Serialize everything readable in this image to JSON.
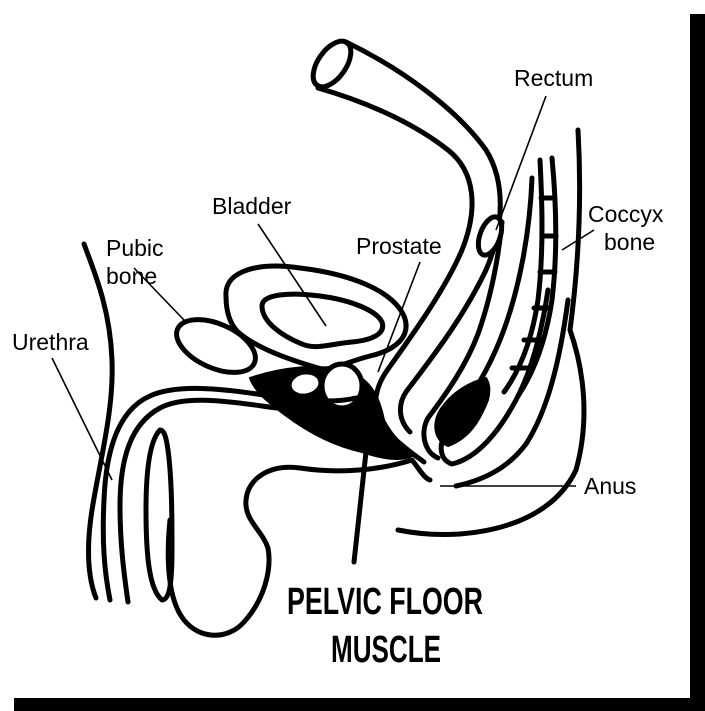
{
  "labels": {
    "rectum": "Rectum",
    "bladder": "Bladder",
    "prostate": "Prostate",
    "coccyx_line1": "Coccyx",
    "coccyx_line2": "bone",
    "pubic_line1": "Pubic",
    "pubic_line2": "bone",
    "urethra": "Urethra",
    "anus": "Anus",
    "pelvic_line1": "PELVIC FLOOR",
    "pelvic_line2": "MUSCLE"
  }
}
